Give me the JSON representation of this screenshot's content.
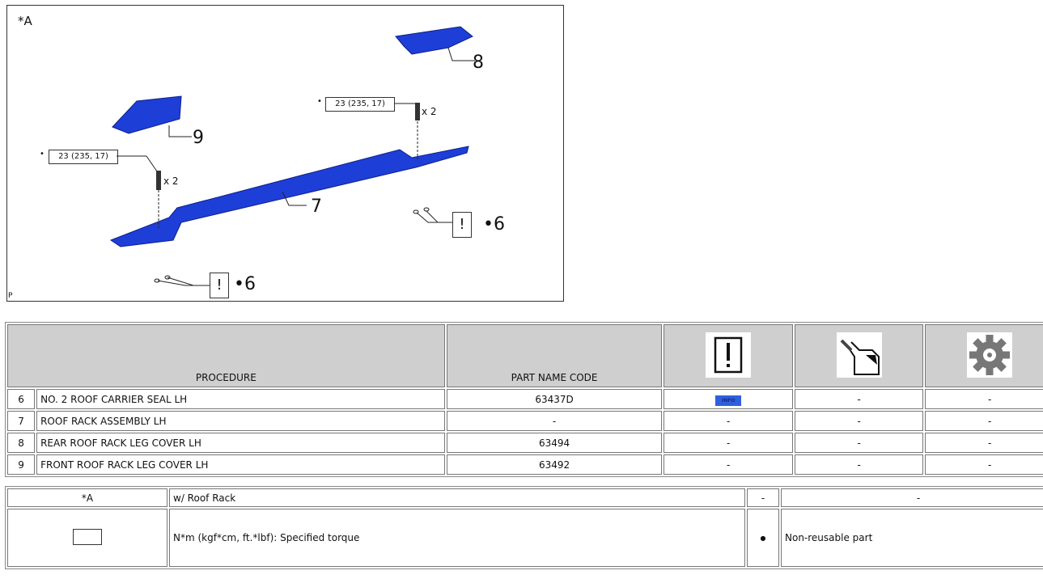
{
  "diagram": {
    "view_label": "*A",
    "corner_label": "P",
    "torque_spec": "23 (235, 17)",
    "bolt_qty": "x 2",
    "callouts": {
      "seal": "6",
      "rack": "7",
      "rear_cover": "8",
      "front_cover": "9"
    },
    "bullet": "•",
    "non_reusable_mark": "!",
    "part_color": "#1e3ed8"
  },
  "parts_table": {
    "headers": {
      "procedure": "PROCEDURE",
      "part_name_code": "PART NAME CODE"
    },
    "header_icons": [
      "non-reusable-part-icon",
      "lubricant-can-icon",
      "gear-icon"
    ],
    "rows": [
      {
        "num": "6",
        "name": "NO. 2 ROOF CARRIER SEAL LH",
        "code": "63437D",
        "c1": "INFO",
        "c2": "-",
        "c3": "-"
      },
      {
        "num": "7",
        "name": "ROOF RACK ASSEMBLY LH",
        "code": "-",
        "c1": "-",
        "c2": "-",
        "c3": "-"
      },
      {
        "num": "8",
        "name": "REAR ROOF RACK LEG COVER LH",
        "code": "63494",
        "c1": "-",
        "c2": "-",
        "c3": "-"
      },
      {
        "num": "9",
        "name": "FRONT ROOF RACK LEG COVER LH",
        "code": "63492",
        "c1": "-",
        "c2": "-",
        "c3": "-"
      }
    ]
  },
  "legend_table": {
    "rows": [
      {
        "key": "*A",
        "desc": "w/ Roof Rack",
        "sym": "-",
        "sym_desc": "-"
      },
      {
        "key": "",
        "desc": "N*m (kgf*cm, ft.*lbf): Specified torque",
        "sym": "●",
        "sym_desc": "Non-reusable part"
      }
    ]
  }
}
